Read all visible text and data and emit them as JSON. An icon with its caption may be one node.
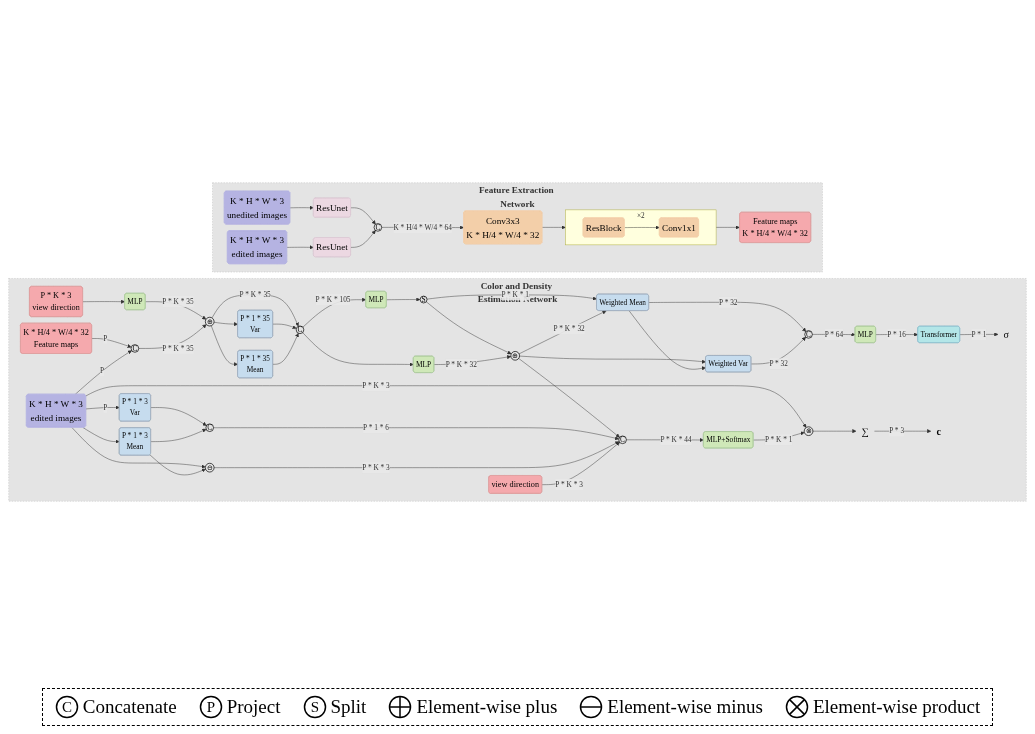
{
  "diagram": {
    "nodes": [
      {
        "text": [
          "Feature Extraction Network"
        ]
      },
      {
        "text": [
          "K * H * W * 3",
          "unedited images"
        ],
        "in": 0
      },
      {
        "text": [
          "ResUnet"
        ],
        "in": 0
      },
      {
        "text": [
          "K * H * W * 3",
          "edited images"
        ],
        "in": 0
      },
      {
        "text": [
          "ResUnet"
        ],
        "in": 0
      },
      {
        "text": [
          "C"
        ],
        "in": 0
      },
      {
        "text": [
          "Conv3x3",
          "K * H/4 * W/4 * 32"
        ],
        "in": 0
      },
      {
        "text": [
          "×2"
        ],
        "in": 0
      },
      {
        "text": [
          "ResBlock"
        ],
        "in": 7
      },
      {
        "text": [
          "Conv1x1"
        ],
        "in": 7
      },
      {
        "text": [
          "Feature maps",
          "K * H/4 * W/4 * 32"
        ],
        "in": 0
      },
      {
        "text": [
          "Color and Density Estimation Network"
        ]
      },
      {
        "text": [
          "P * K * 3",
          "view direction"
        ],
        "in": 11
      },
      {
        "text": [
          "MLP"
        ],
        "in": 11
      },
      {
        "text": [
          "K * H/4 * W/4 * 32",
          "Feature maps"
        ],
        "in": 11
      },
      {
        "text": [
          "K * H * W * 3",
          "edited images"
        ],
        "in": 11
      },
      {
        "text": [
          "C"
        ],
        "in": 11
      },
      {
        "text": [
          "⊕"
        ],
        "in": 11
      },
      {
        "text": [
          "P * 1 * 35",
          "Var"
        ],
        "in": 11
      },
      {
        "text": [
          "P * 1 * 35",
          "Mean"
        ],
        "in": 11
      },
      {
        "text": [
          "C"
        ],
        "in": 11
      },
      {
        "text": [
          "MLP"
        ],
        "in": 11
      },
      {
        "text": [
          "MLP"
        ],
        "in": 11
      },
      {
        "text": [
          "S"
        ],
        "in": 11
      },
      {
        "text": [
          "⊕"
        ],
        "in": 11
      },
      {
        "text": [
          "Weighted Mean"
        ],
        "in": 11
      },
      {
        "text": [
          "Weighted Var"
        ],
        "in": 11
      },
      {
        "text": [
          "C"
        ],
        "in": 11
      },
      {
        "text": [
          "MLP"
        ],
        "in": 11
      },
      {
        "text": [
          "Transformer"
        ],
        "in": 11
      },
      {
        "text": [
          "σ"
        ],
        "in": 11
      },
      {
        "text": [
          "P * 1 * 3",
          "Var"
        ],
        "in": 11
      },
      {
        "text": [
          "P * 1 * 3",
          "Mean"
        ],
        "in": 11
      },
      {
        "text": [
          "C"
        ],
        "in": 11
      },
      {
        "text": [
          "⊖"
        ],
        "in": 11
      },
      {
        "text": [
          "C"
        ],
        "in": 11
      },
      {
        "text": [
          "view direction"
        ],
        "in": 11
      },
      {
        "text": [
          "MLP+Softmax"
        ],
        "in": 11
      },
      {
        "text": [
          "⊗"
        ],
        "in": 11
      },
      {
        "text": [
          "∑"
        ],
        "in": 11
      },
      {
        "text": [
          "c"
        ],
        "in": 11
      }
    ],
    "edges": [
      {
        "from": 1,
        "to": 2,
        "arrow": "to"
      },
      {
        "from": 3,
        "to": 4,
        "arrow": "to"
      },
      {
        "from": 2,
        "to": 5,
        "arrow": "to"
      },
      {
        "from": 4,
        "to": 5,
        "arrow": "to"
      },
      {
        "from": 5,
        "to": 6,
        "arrow": "to",
        "label": "K * H/4 * W/4 * 64"
      },
      {
        "from": 6,
        "to": 7,
        "arrow": "to"
      },
      {
        "from": 8,
        "to": 9,
        "arrow": "to"
      },
      {
        "from": 7,
        "to": 10,
        "arrow": "to"
      },
      {
        "from": 12,
        "to": 13,
        "arrow": "to"
      },
      {
        "from": 13,
        "to": 17,
        "arrow": "to",
        "label": "P * K * 35"
      },
      {
        "from": 14,
        "to": 16,
        "arrow": "to",
        "label": "P"
      },
      {
        "from": 15,
        "to": 16,
        "arrow": "to",
        "label": "P"
      },
      {
        "from": 16,
        "to": 17,
        "arrow": "to",
        "label": "P * K * 35"
      },
      {
        "from": 17,
        "to": 18,
        "arrow": "to"
      },
      {
        "from": 17,
        "to": 19,
        "arrow": "to"
      },
      {
        "from": 17,
        "to": 20,
        "arrow": "to",
        "label": "P * K * 35"
      },
      {
        "from": 18,
        "to": 20,
        "arrow": "to"
      },
      {
        "from": 19,
        "to": 20,
        "arrow": "to"
      },
      {
        "from": 20,
        "to": 21,
        "arrow": "to",
        "label": "P * K * 105"
      },
      {
        "from": 20,
        "to": 22,
        "arrow": "to"
      },
      {
        "from": 21,
        "to": 23,
        "arrow": "to"
      },
      {
        "from": 23,
        "to": 24,
        "arrow": "to"
      },
      {
        "from": 23,
        "to": 25,
        "arrow": "to",
        "label": "P * K * 1"
      },
      {
        "from": 22,
        "to": 24,
        "arrow": "to",
        "label": "P * K * 32"
      },
      {
        "from": 24,
        "to": 25,
        "arrow": "to",
        "label": "P * K * 32"
      },
      {
        "from": 24,
        "to": 26,
        "arrow": "to"
      },
      {
        "from": 24,
        "to": 35,
        "arrow": "to"
      },
      {
        "from": 25,
        "to": 26,
        "arrow": "to"
      },
      {
        "from": 25,
        "to": 27,
        "arrow": "to",
        "label": "P * 32"
      },
      {
        "from": 26,
        "to": 27,
        "arrow": "to",
        "label": "P * 32"
      },
      {
        "from": 27,
        "to": 28,
        "arrow": "to",
        "label": "P * 64"
      },
      {
        "from": 28,
        "to": 29,
        "arrow": "to",
        "label": "P * 16"
      },
      {
        "from": 29,
        "to": 30,
        "arrow": "to",
        "label": "P * 1"
      },
      {
        "from": 15,
        "to": 31,
        "arrow": "to",
        "label": "P"
      },
      {
        "from": 15,
        "to": 32,
        "arrow": "to"
      },
      {
        "from": 15,
        "to": 34,
        "arrow": "to"
      },
      {
        "from": 15,
        "to": 38,
        "arrow": "to",
        "label": "P * K * 3"
      },
      {
        "from": 31,
        "to": 33,
        "arrow": "to"
      },
      {
        "from": 32,
        "to": 33,
        "arrow": "to"
      },
      {
        "from": 32,
        "to": 34,
        "arrow": "to"
      },
      {
        "from": 33,
        "to": 35,
        "arrow": "to",
        "label": "P * 1 * 6"
      },
      {
        "from": 34,
        "to": 35,
        "arrow": "to",
        "label": "P * K * 3"
      },
      {
        "from": 36,
        "to": 35,
        "arrow": "to",
        "label": "P * K * 3"
      },
      {
        "from": 35,
        "to": 37,
        "arrow": "to",
        "label": "P * K * 44"
      },
      {
        "from": 37,
        "to": 38,
        "arrow": "to",
        "label": "P * K * 1"
      },
      {
        "from": 38,
        "to": 39,
        "arrow": "to"
      },
      {
        "from": 39,
        "to": 40,
        "arrow": "to",
        "label": "P * 3"
      }
    ],
    "labels": [
      "C",
      "P",
      "S"
    ],
    "legend": [
      {
        "text": "Concatenate"
      },
      {
        "text": "Project"
      },
      {
        "text": "Split"
      },
      {
        "text": "Element-wise plus"
      },
      {
        "text": "Element-wise minus"
      },
      {
        "text": "Element-wise product"
      }
    ]
  }
}
